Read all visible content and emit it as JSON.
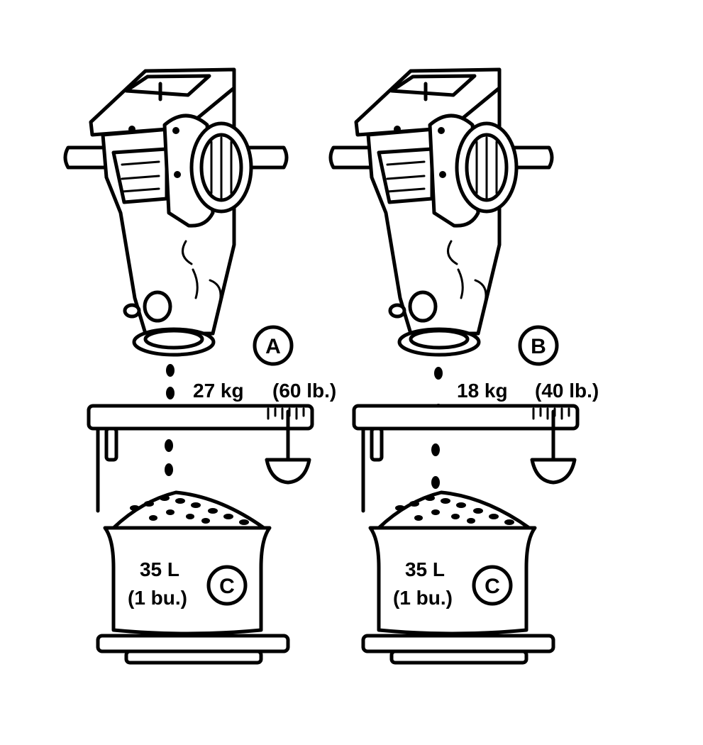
{
  "panels": [
    {
      "callout": "A",
      "weight_metric": "27 kg",
      "weight_imperial": "(60 lb.)",
      "volume_metric": "35 L",
      "volume_imperial": "(1 bu.)",
      "container_callout": "C"
    },
    {
      "callout": "B",
      "weight_metric": "18 kg",
      "weight_imperial": "(40 lb.)",
      "volume_metric": "35 L",
      "volume_imperial": "(1 bu.)",
      "container_callout": "C"
    }
  ],
  "colors": {
    "ink": "#000000",
    "paper": "#ffffff"
  }
}
